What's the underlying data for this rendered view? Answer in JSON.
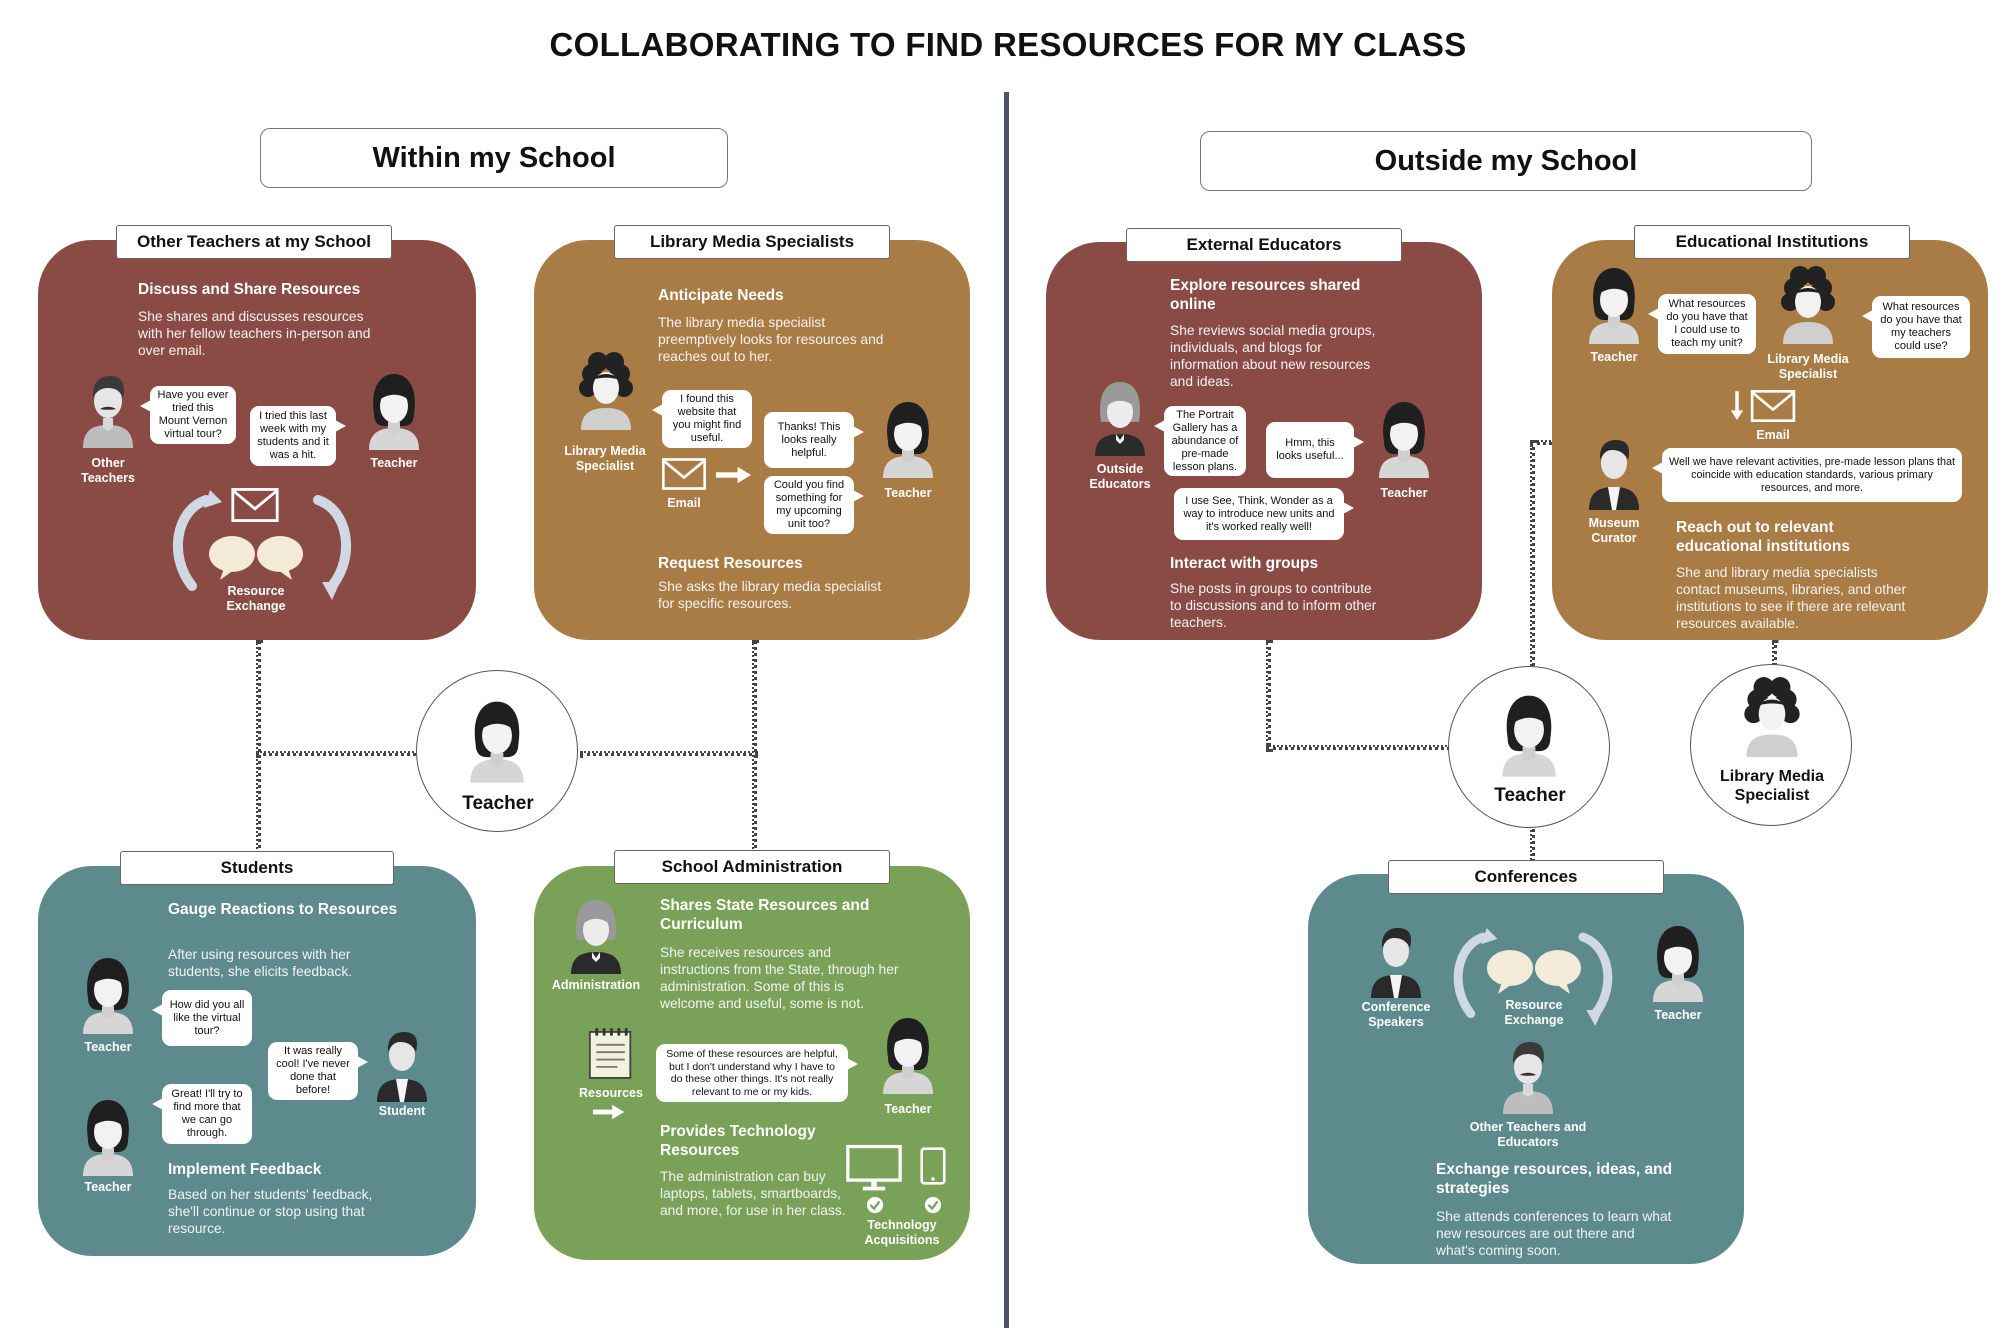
{
  "title": "COLLABORATING TO FIND RESOURCES FOR MY CLASS",
  "sections": {
    "within": "Within my School",
    "outside": "Outside my School"
  },
  "colors": {
    "red": "#8a4b45",
    "gold": "#a97c45",
    "teal": "#5d8a8d",
    "green": "#79a158",
    "divider": "#4b5563"
  },
  "hubs": {
    "teacher_within": "Teacher",
    "teacher_outside": "Teacher",
    "lms": "Library Media Specialist"
  },
  "cards": {
    "other_teachers": {
      "tab": "Other Teachers at my School",
      "heading": "Discuss and Share Resources",
      "body": "She shares and discusses resources with her fellow teachers in-person and over email.",
      "bubble1": "Have you ever tried this Mount Vernon virtual tour?",
      "bubble2": "I tried this last week with my students and it was a hit.",
      "label_left": "Other Teachers",
      "label_right": "Teacher",
      "label_exchange": "Resource Exchange"
    },
    "library": {
      "tab": "Library Media Specialists",
      "heading1": "Anticipate Needs",
      "body1": "The library media specialist preemptively looks for resources and reaches out to her.",
      "bubble1": "I found this website that you might find useful.",
      "bubble2": "Thanks! This looks really helpful.",
      "bubble3": "Could you find something for my upcoming unit too?",
      "label_left": "Library Media Specialist",
      "label_email": "Email",
      "label_right": "Teacher",
      "heading2": "Request Resources",
      "body2": "She asks the library media specialist for specific resources."
    },
    "students": {
      "tab": "Students",
      "heading1": "Gauge Reactions to Resources",
      "body1": "After using resources with her students, she elicits feedback.",
      "bubble1": "How did you all like the virtual tour?",
      "bubble2": "It was really cool! I've never done that before!",
      "bubble3": "Great! I'll try to find more that we can go through.",
      "label_teacher1": "Teacher",
      "label_student": "Student",
      "label_teacher2": "Teacher",
      "heading2": "Implement Feedback",
      "body2": "Based on her students' feedback, she'll continue or stop using that resource."
    },
    "admin": {
      "tab": "School Administration",
      "heading1": "Shares State Resources and Curriculum",
      "body1": "She receives resources and instructions from the State, through her administration. Some of this is welcome and useful, some is not.",
      "label_admin": "Administration",
      "label_resources": "Resources",
      "bubble1": "Some of these resources are helpful, but I don't understand why I have to do these other things. It's not really relevant to me or my kids.",
      "label_teacher": "Teacher",
      "heading2": "Provides Technology Resources",
      "body2": "The administration can buy laptops, tablets, smartboards, and more, for use in her class.",
      "label_tech": "Technology Acquisitions"
    },
    "external": {
      "tab": "External Educators",
      "heading1": "Explore resources shared online",
      "body1": "She reviews social media groups, individuals, and blogs for information about new resources and ideas.",
      "bubble1": "The Portrait Gallery has a abundance of pre-made lesson plans.",
      "bubble2": "Hmm, this looks useful...",
      "bubble3": "I use See, Think, Wonder as a way to introduce new units and it's worked really well!",
      "label_left": "Outside Educators",
      "label_right": "Teacher",
      "heading2": "Interact with groups",
      "body2": "She posts in groups to contribute to discussions and to inform other teachers."
    },
    "institutions": {
      "tab": "Educational Institutions",
      "bubble1": "What resources do you have that I could use to teach my unit?",
      "bubble2": "What resources do you have that my teachers could use?",
      "bubble3": "Well we have relevant activities, pre-made lesson plans that coincide with education standards, various primary resources, and more.",
      "label_teacher": "Teacher",
      "label_lms": "Library Media Specialist",
      "label_email": "Email",
      "label_curator": "Museum Curator",
      "heading": "Reach out to relevant educational institutions",
      "body": "She and library media specialists contact museums, libraries, and other institutions to see if there are relevant resources available."
    },
    "conferences": {
      "tab": "Conferences",
      "label_speakers": "Conference Speakers",
      "label_exchange": "Resource Exchange",
      "label_teacher": "Teacher",
      "label_others": "Other Teachers and Educators",
      "heading": "Exchange resources, ideas, and strategies",
      "body": "She attends conferences to learn what new resources are out there and what's coming soon."
    }
  }
}
